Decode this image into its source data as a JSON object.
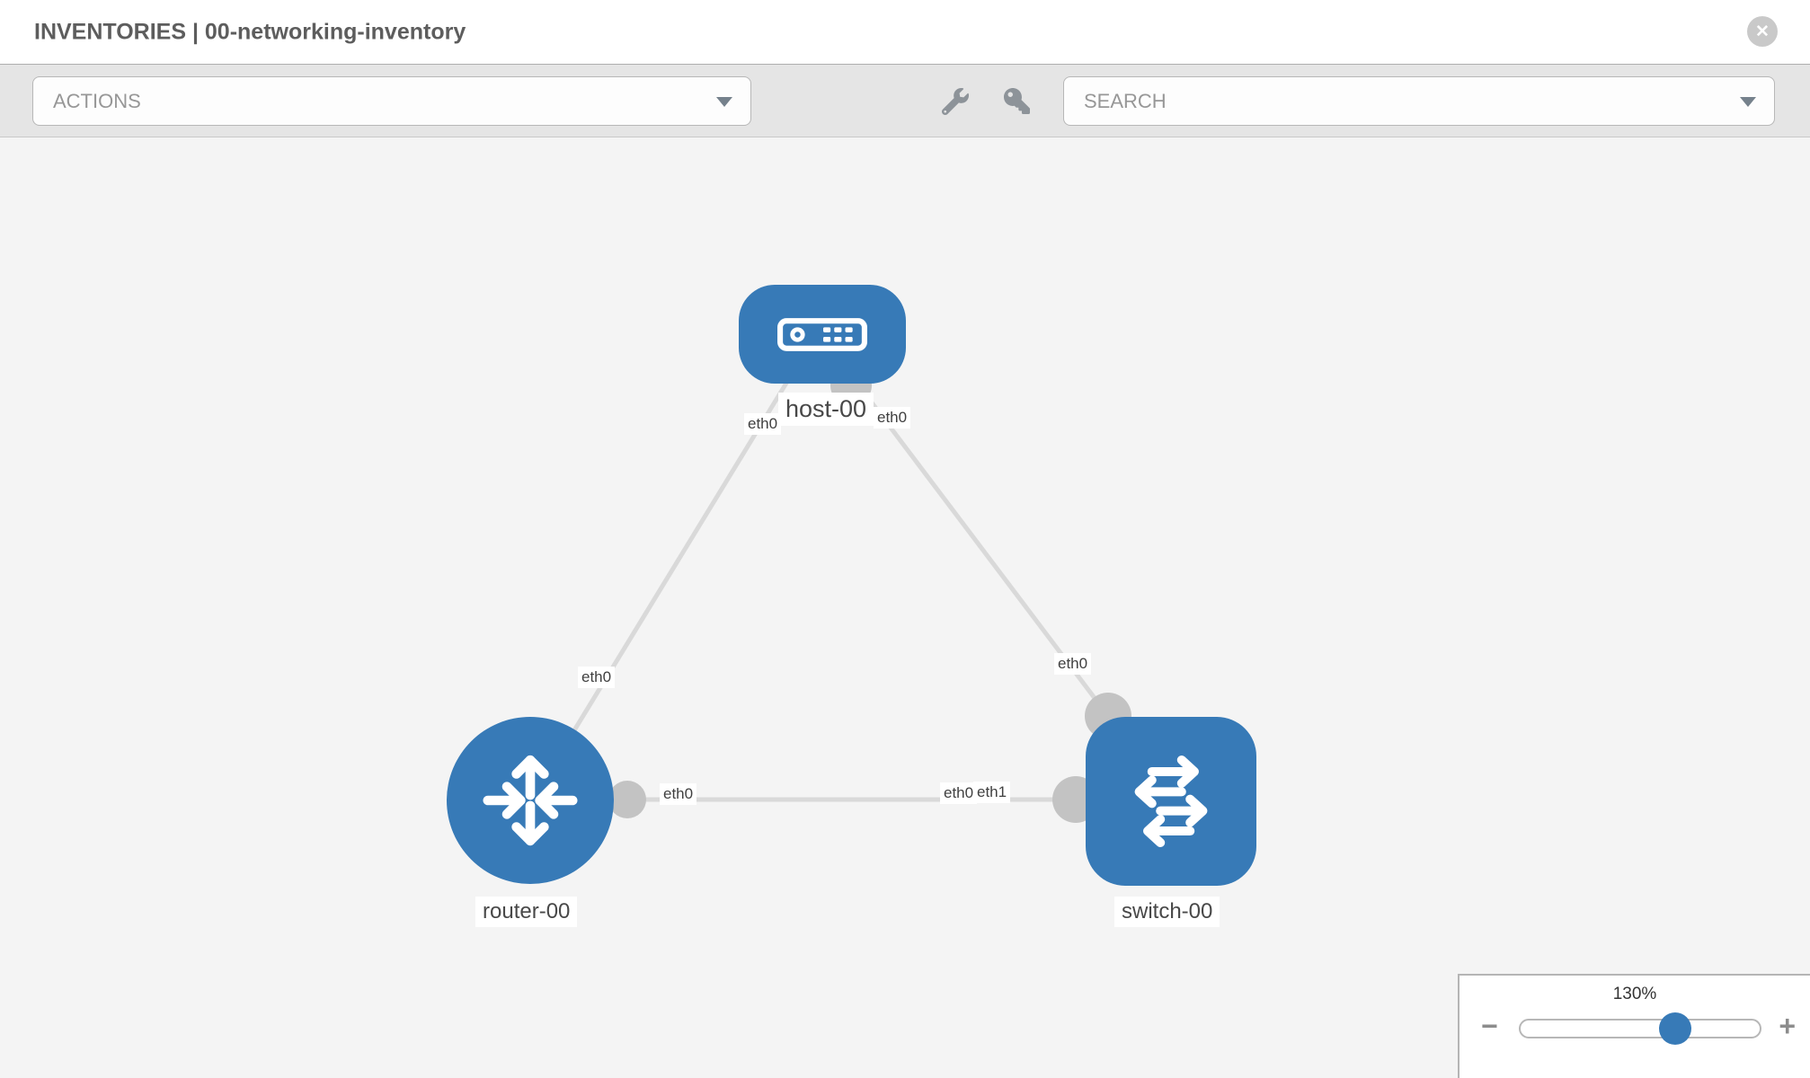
{
  "header": {
    "title": "INVENTORIES | 00-networking-inventory",
    "close_glyph": "✕"
  },
  "toolbar": {
    "actions_label": "ACTIONS",
    "search_label": "SEARCH",
    "icons": [
      "wrench-icon",
      "key-icon"
    ]
  },
  "topology": {
    "nodes": [
      {
        "id": "host-00",
        "type": "host",
        "label": "host-00"
      },
      {
        "id": "router-00",
        "type": "router",
        "label": "router-00"
      },
      {
        "id": "switch-00",
        "type": "switch",
        "label": "switch-00"
      }
    ],
    "links": [
      {
        "from": "router-00",
        "to": "host-00",
        "from_interface": "eth0",
        "to_interface": "eth0"
      },
      {
        "from": "host-00",
        "to": "switch-00",
        "from_interface": "eth0",
        "to_interface": "eth0"
      },
      {
        "from": "router-00",
        "to": "switch-00",
        "from_interface": "eth0",
        "to_interface": "eth1"
      }
    ],
    "iface_labels": [
      {
        "text": "eth0"
      },
      {
        "text": "eth0"
      },
      {
        "text": "eth0"
      },
      {
        "text": "eth0"
      },
      {
        "text": "eth0"
      },
      {
        "text": "eth0"
      },
      {
        "text": "eth1"
      }
    ]
  },
  "zoom_control": {
    "value": "130%",
    "minus_glyph": "−",
    "plus_glyph": "+"
  },
  "colors": {
    "node_blue": "#377ab7",
    "canvas_bg": "#f4f4f4",
    "link_gray": "#d9d9d9",
    "port_gray": "#c3c3c3",
    "toolbar_bg": "#e5e5e5"
  }
}
